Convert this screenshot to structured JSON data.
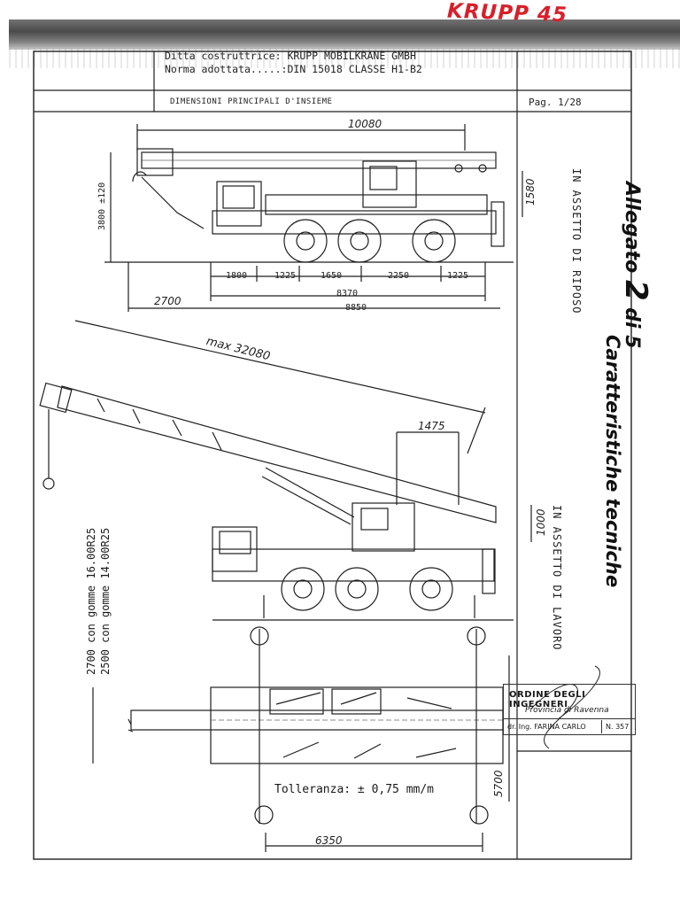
{
  "handwritten_note": "KRUPP 45",
  "header": {
    "manufacturer_line": "Ditta costruttrice: KRUPP MOBILKRANE GMBH",
    "standard_line": "Norma adottata.....:DIN 15018  CLASSE H1-B2",
    "section_title": "DIMENSIONI PRINCIPALI D'INSIEME",
    "page": "Pag. 1/28"
  },
  "attachment": {
    "allegato": "Allegato",
    "number": "2",
    "di": "di 5",
    "subtitle": "Caratteristiche tecniche"
  },
  "views": {
    "transport_label": "IN ASSETTO DI RIPOSO",
    "work_label": "IN ASSETTO DI LAVORO"
  },
  "dimensions": {
    "overall_boom": "10080",
    "height": "3800 ±120",
    "rear_height": "1580",
    "axle_1": "1800",
    "axle_2": "1225",
    "axle_3": "1650",
    "axle_4": "2250",
    "axle_5": "1225",
    "wheelbase_total": "8370",
    "front_overhang": "2700",
    "total_length": "8850",
    "max_boom": "max 32080",
    "counterweight": "1475",
    "turret_height": "1000",
    "track_width": "5700",
    "outrigger_span": "6350"
  },
  "tires": {
    "line1": "2700 con gomme 16.00R25",
    "line2": "2500 con gomme 14.00R25"
  },
  "stamp": {
    "title": "ORDINE DEGLI INGEGNERI",
    "province": "Provincia di Ravenna",
    "engineer": "dr. Ing. FARINA CARLO",
    "number": "N. 357"
  },
  "tolerance": "Tolleranza: ± 0,75 mm/m"
}
